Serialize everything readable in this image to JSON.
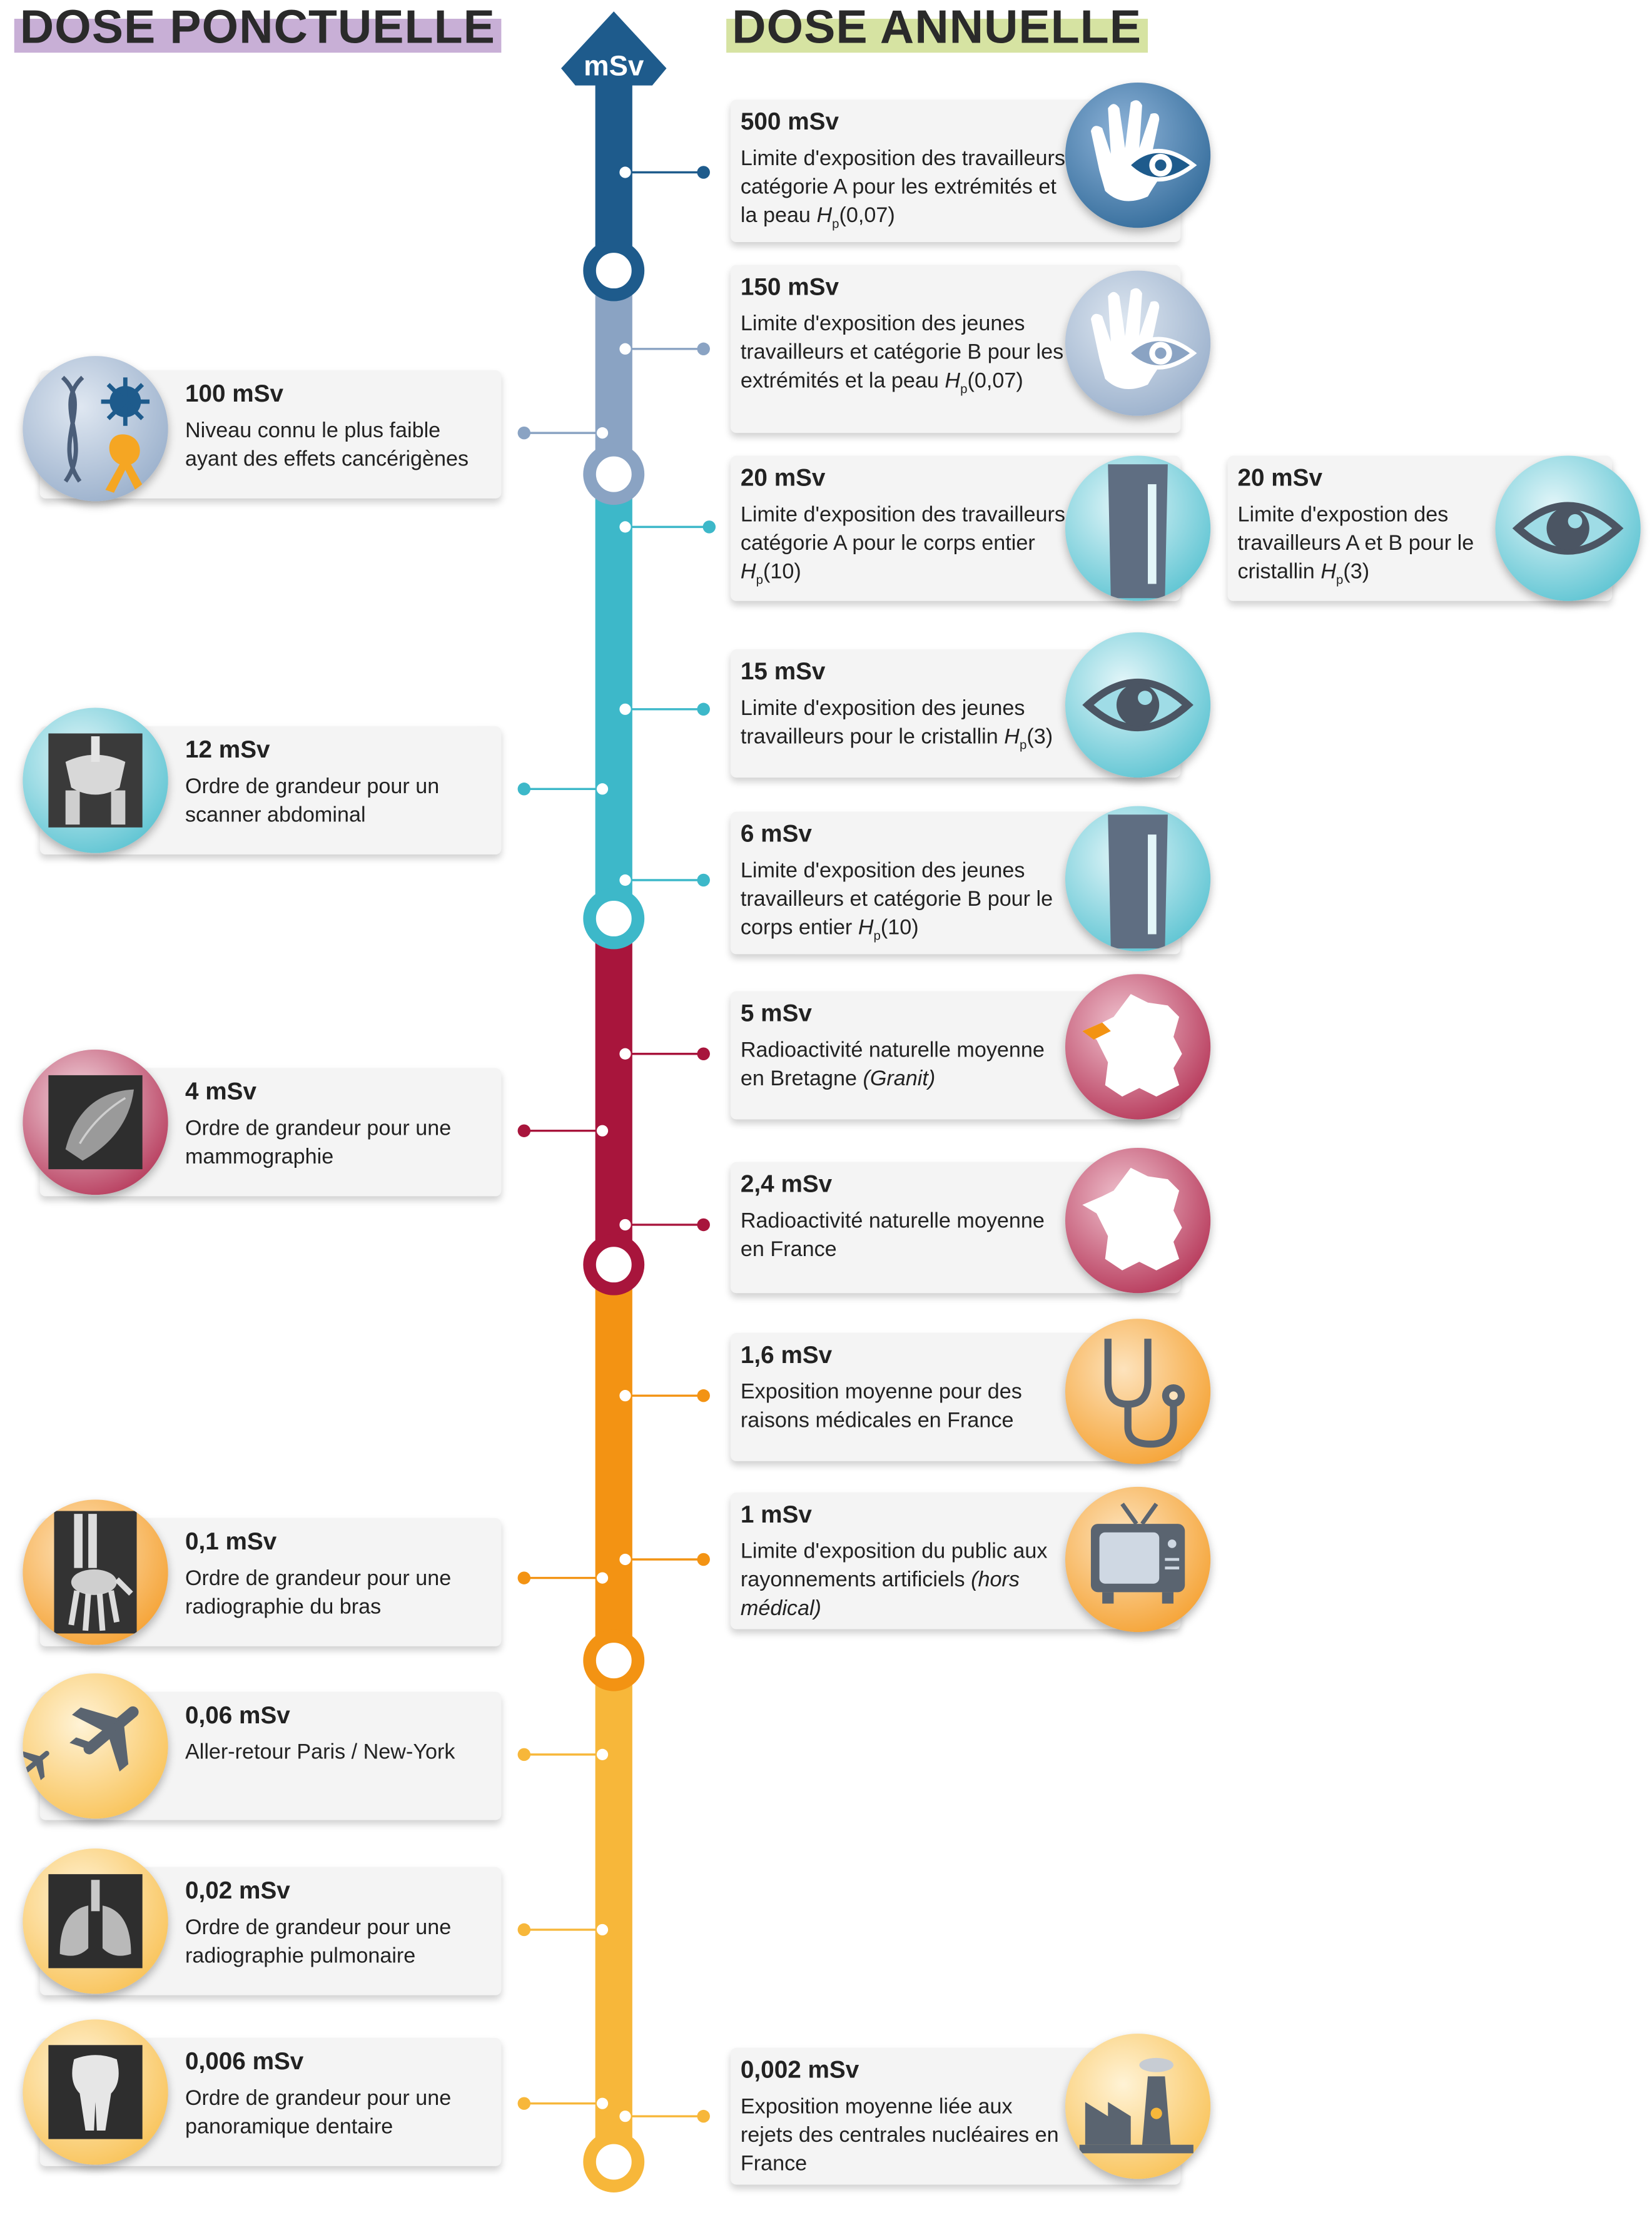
{
  "headers": {
    "left": "DOSE PONCTUELLE",
    "right": "DOSE ANNUELLE",
    "unit": "mSv"
  },
  "colors": {
    "blue_dark": "#1e5b8c",
    "blue_gray": "#8aa3c3",
    "cyan": "#3db8c9",
    "crimson": "#a8153c",
    "orange": "#f39313",
    "yellow": "#f7b73a",
    "purple_band": "#c8afd6",
    "green_band": "#d6e3a2",
    "card_bg": "#f4f4f4"
  },
  "left_items": [
    {
      "value": "100 mSv",
      "desc": "Niveau connu le plus faible ayant des effets cancérigènes",
      "icon": "dna-virus-ribbon-icon"
    },
    {
      "value": "12 mSv",
      "desc": "Ordre de grandeur pour un scanner abdominal",
      "icon": "pelvis-xray-icon"
    },
    {
      "value": "4 mSv",
      "desc": "Ordre de grandeur pour une mammographie",
      "icon": "mammography-icon"
    },
    {
      "value": "0,1 mSv",
      "desc": "Ordre de grandeur pour une radiographie du bras",
      "icon": "arm-xray-icon"
    },
    {
      "value": "0,06 mSv",
      "desc": "Aller-retour Paris / New-York",
      "icon": "airplane-icon"
    },
    {
      "value": "0,02 mSv",
      "desc": "Ordre de grandeur pour une radiographie pulmonaire",
      "icon": "lungs-xray-icon"
    },
    {
      "value": "0,006 mSv",
      "desc": "Ordre de grandeur pour une panoramique dentaire",
      "icon": "tooth-xray-icon"
    }
  ],
  "right_items": [
    {
      "value": "500 mSv",
      "desc": "Limite d'exposition des travailleurs catégorie A pour les extrémités et la peau",
      "hp": "H",
      "sub": "p",
      "after": "(0,07)",
      "icon": "hand-eye-icon"
    },
    {
      "value": "150 mSv",
      "desc": "Limite d'exposition des jeunes travailleurs et catégorie B pour les extrémités et la peau",
      "hp": "H",
      "sub": "p",
      "after": "(0,07)",
      "icon": "hand-eye-icon"
    },
    {
      "value": "20 mSv",
      "desc": "Limite d'exposition des travailleurs catégorie A pour le corps entier",
      "hp": "H",
      "sub": "p",
      "after": "(10)",
      "icon": "body-icon"
    },
    {
      "value": "15 mSv",
      "desc": "Limite d'exposition des jeunes travailleurs pour le cristallin",
      "hp": "H",
      "sub": "p",
      "after": "(3)",
      "icon": "eye-icon"
    },
    {
      "value": "6 mSv",
      "desc": "Limite d'exposition des jeunes travailleurs et catégorie B pour le corps entier",
      "hp": "H",
      "sub": "p",
      "after": "(10)",
      "icon": "body-icon"
    },
    {
      "value": "5 mSv",
      "desc": "Radioactivité naturelle moyenne en Bretagne",
      "desc2": "(Granit)",
      "icon": "france-brittany-map-icon"
    },
    {
      "value": "2,4 mSv",
      "desc": "Radioactivité naturelle moyenne en France",
      "icon": "france-map-icon"
    },
    {
      "value": "1,6 mSv",
      "desc": "Exposition moyenne pour des raisons médicales en France",
      "icon": "stethoscope-icon"
    },
    {
      "value": "1 mSv",
      "desc": "Limite d'exposition du public aux rayonnements artificiels",
      "desc2": "(hors médical)",
      "icon": "tv-icon"
    },
    {
      "value": "0,002 mSv",
      "desc": "Exposition moyenne liée aux rejets des centrales nucléaires en France",
      "icon": "nuclear-plant-icon"
    }
  ],
  "extra_item": {
    "value": "20 mSv",
    "desc": "Limite d'expostion des travailleurs A et B pour le cristallin",
    "hp": "H",
    "sub": "p",
    "after": "(3)",
    "icon": "eye-icon"
  }
}
